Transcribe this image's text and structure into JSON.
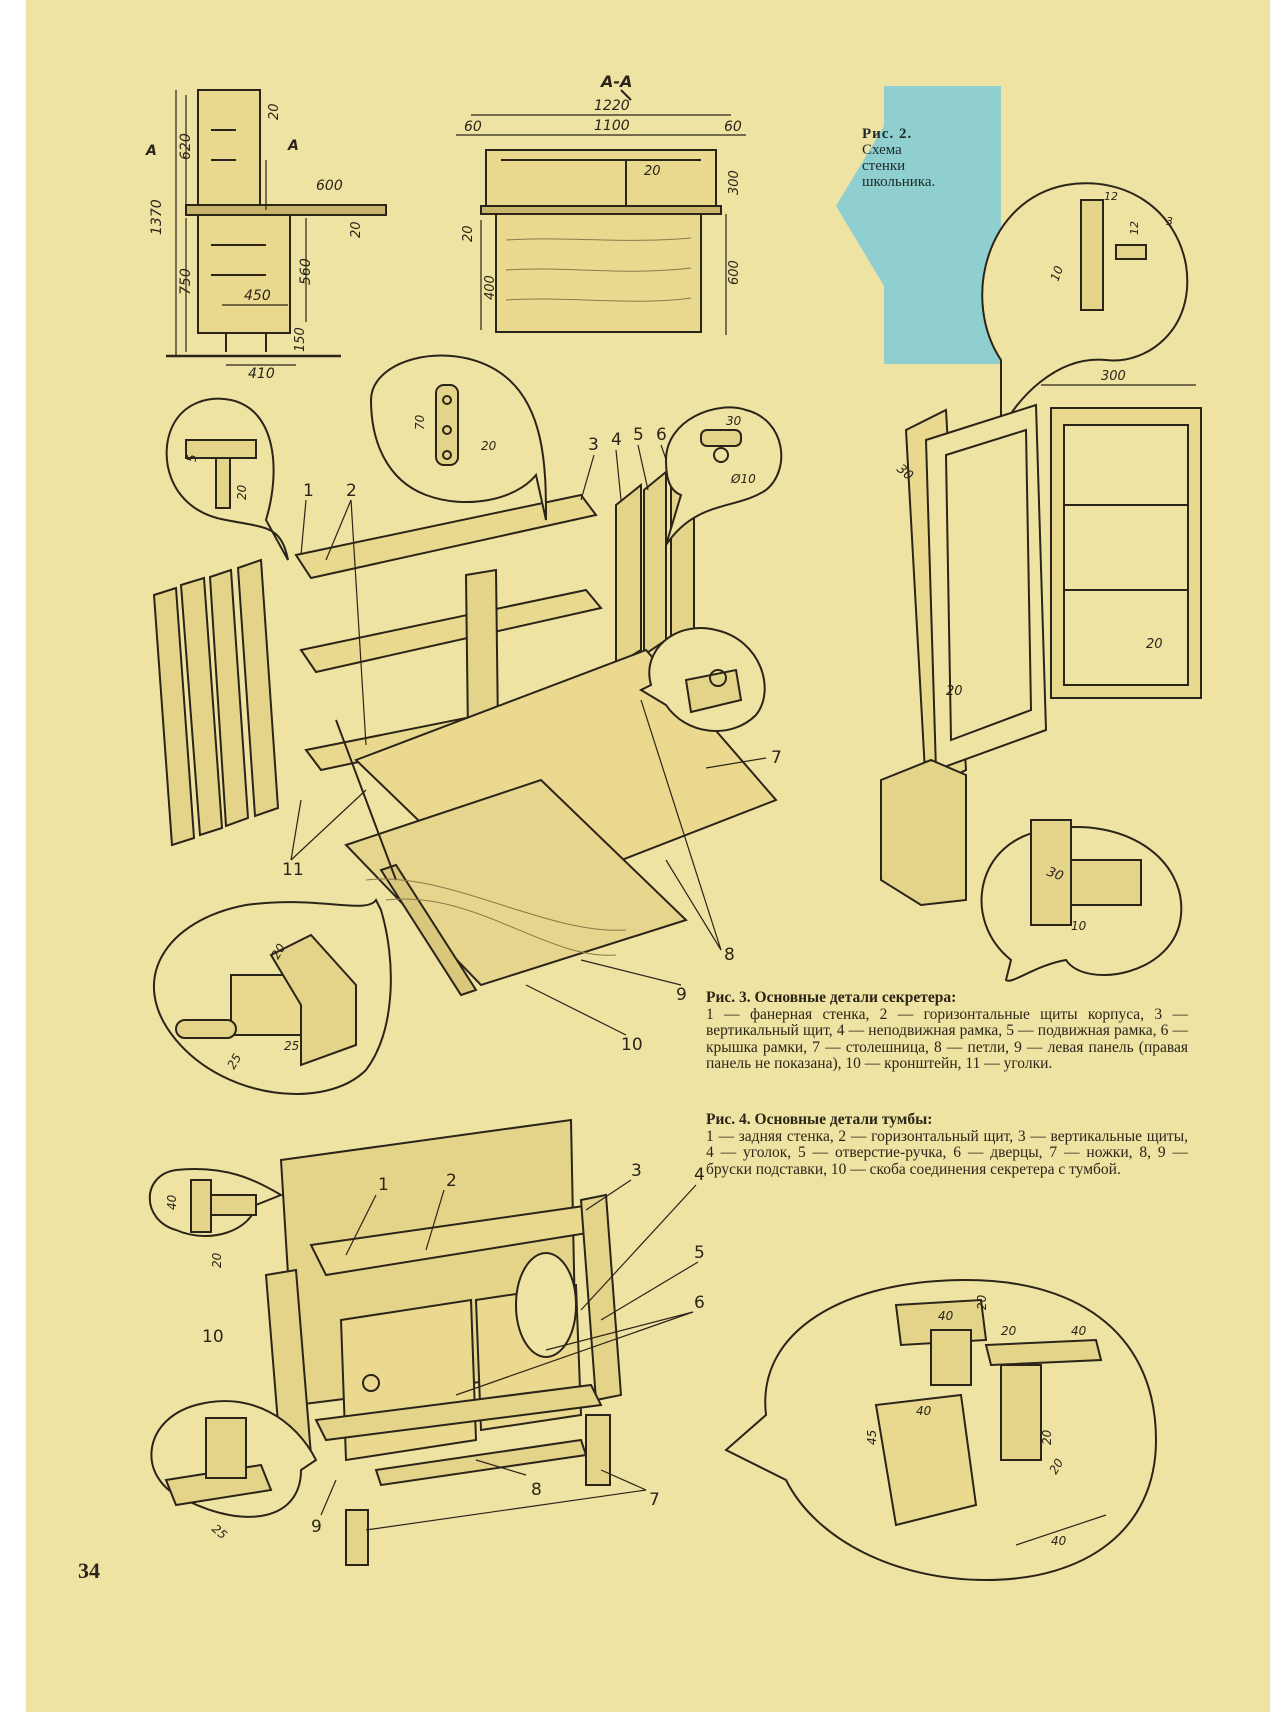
{
  "fig2": {
    "caption_title": "Рис. 2.",
    "caption_lines": [
      "Схема",
      "стенки",
      "школьника."
    ],
    "section_label": "А-А",
    "section_arrow": "А",
    "side_dims": [
      "1370",
      "620",
      "20",
      "750",
      "560",
      "450",
      "150",
      "410",
      "20",
      "600"
    ],
    "front_dims": [
      "1220",
      "60",
      "1100",
      "60",
      "20",
      "300",
      "20",
      "600",
      "400"
    ]
  },
  "fig3": {
    "caption": {
      "head": "Рис. 3. Основные детали секретера:",
      "body": "1 — фанерная стенка, 2 — горизонтальные щиты корпуса, 3 — вертикальный щит, 4 — неподвижная рамка, 5 — подвижная рамка, 6 — крышка рамки, 7 — столешница, 8 — петли, 9 — левая панель (правая панель не показана), 10 — кронштейн, 11 — уголки."
    },
    "labels": [
      "1",
      "2",
      "3",
      "4",
      "5",
      "6",
      "7",
      "8",
      "9",
      "10",
      "11"
    ],
    "inset_dims": [
      "5",
      "20",
      "70",
      "20",
      "30",
      "Ø10",
      "20",
      "25",
      "25"
    ],
    "frame_dims": [
      "300",
      "30",
      "20",
      "20",
      "30",
      "10",
      "10",
      "12",
      "2",
      "3",
      "1"
    ]
  },
  "fig4": {
    "caption": {
      "head": "Рис. 4. Основные детали тумбы:",
      "body": "1 — задняя стенка, 2 — горизонтальный щит, 3 — вертикальные щиты, 4 — уголок, 5 — отверстие-ручка, 6 — дверцы, 7 — ножки, 8, 9 — бруски подставки, 10 — скоба соединения секретера с тумбой."
    },
    "labels": [
      "1",
      "2",
      "3",
      "4",
      "5",
      "6",
      "7",
      "8",
      "9",
      "10"
    ],
    "inset_dims": [
      "40",
      "20",
      "25",
      "40",
      "20",
      "20",
      "40",
      "45",
      "40",
      "20",
      "20",
      "40"
    ]
  },
  "page_number": "34",
  "colors": {
    "paper": "#efe3a3",
    "ink": "#2b2418",
    "tag": "#8fcfcf"
  }
}
